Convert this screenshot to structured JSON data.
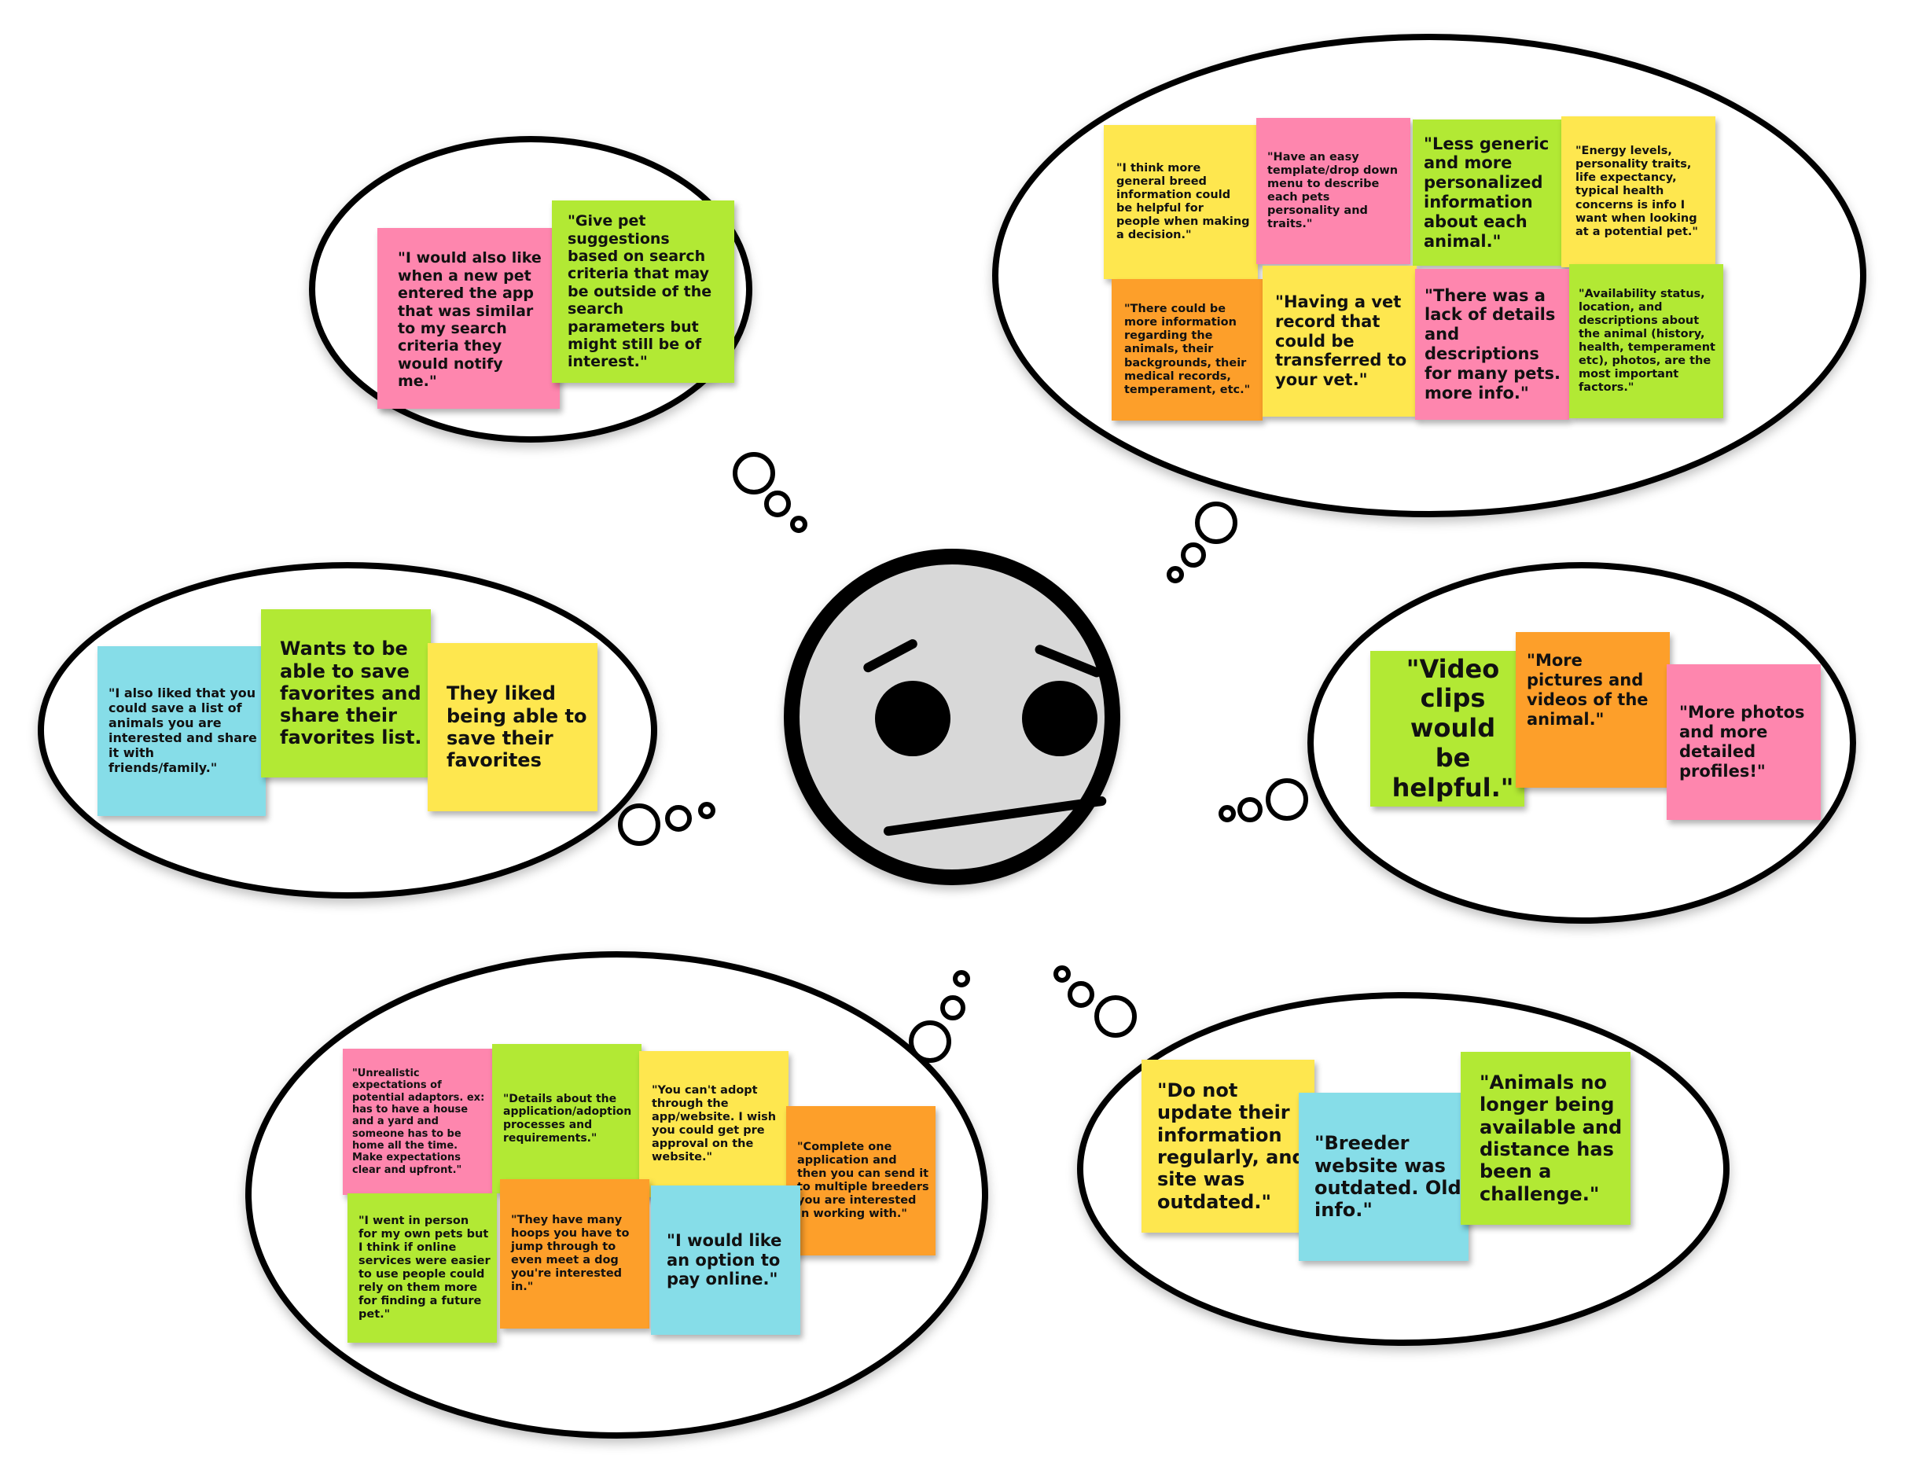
{
  "colors": {
    "pink": "#fe86ae",
    "green": "#b2e934",
    "yellow": "#fee74f",
    "orange": "#fd9f2a",
    "blue": "#86dde8",
    "face": "#d8d8d8",
    "outline": "#000000"
  },
  "face": {
    "expression": "worried-face-icon"
  },
  "bubbles": [
    {
      "id": "new-pet-alerts",
      "notes": [
        {
          "color": "pink",
          "text": "\"I would also like when a new pet entered the app that was similar to my search criteria they would notify me.\""
        },
        {
          "color": "green",
          "text": "\"Give pet suggestions based on search criteria that may be outside of the search parameters but might still be of interest.\""
        }
      ]
    },
    {
      "id": "pet-information",
      "notes": [
        {
          "color": "yellow",
          "text": "\"I think more general breed information could be helpful for people when making a decision.\""
        },
        {
          "color": "pink",
          "text": "\"Have an easy template/drop down menu to describe each pets personality and traits.\""
        },
        {
          "color": "green",
          "text": "\"Less generic and more personalized information about each animal.\""
        },
        {
          "color": "yellow",
          "text": "\"Energy levels, personality traits, life expectancy, typical health concerns is info I want when looking at a potential pet.\""
        },
        {
          "color": "orange",
          "text": "\"There could be more information regarding the animals, their backgrounds, their medical records, temperament, etc.\""
        },
        {
          "color": "yellow",
          "text": "\"Having a vet record that could be transferred to your vet.\""
        },
        {
          "color": "pink",
          "text": "\"There was a lack of details and descriptions for many pets. more info.\""
        },
        {
          "color": "green",
          "text": "\"Availability status, location, and descriptions about the animal (history, health, temperament etc), photos, are the most important factors.\""
        }
      ]
    },
    {
      "id": "favorites",
      "notes": [
        {
          "color": "blue",
          "text": "\"I also liked that you could save a list of animals you are interested and share it with friends/family.\""
        },
        {
          "color": "green",
          "text": "Wants to be able to save favorites and share their favorites list."
        },
        {
          "color": "yellow",
          "text": "They liked being able to save their favorites"
        }
      ]
    },
    {
      "id": "media",
      "notes": [
        {
          "color": "green",
          "text": "\"Video clips would be helpful.\""
        },
        {
          "color": "orange",
          "text": "\"More pictures and videos of the animal.\""
        },
        {
          "color": "pink",
          "text": "\"More photos and more detailed profiles!\""
        }
      ]
    },
    {
      "id": "adoption-process",
      "notes": [
        {
          "color": "pink",
          "text": "\"Unrealistic expectations of potential adaptors. ex: has to have a house and a yard and someone has to be home all the time. Make expectations clear and upfront.\""
        },
        {
          "color": "green",
          "text": "\"Details about the application/adoption processes and requirements.\""
        },
        {
          "color": "yellow",
          "text": "\"You can't adopt through the app/website. I wish you could get pre approval on the website.\""
        },
        {
          "color": "orange",
          "text": "\"Complete one application and then you can send it to multiple breeders you are interested in working with.\""
        },
        {
          "color": "green",
          "text": "\"I went in person for my own pets but I think if online services were easier to use people could rely on them more for finding a future pet.\""
        },
        {
          "color": "orange",
          "text": "\"They have many hoops you have to jump through to even meet a dog you're interested in.\""
        },
        {
          "color": "blue",
          "text": "\"I would like an option to pay online.\""
        }
      ]
    },
    {
      "id": "outdated-info",
      "notes": [
        {
          "color": "yellow",
          "text": "\"Do not update their information regularly, and site was outdated.\""
        },
        {
          "color": "blue",
          "text": "\"Breeder website was outdated. Old info.\""
        },
        {
          "color": "green",
          "text": "\"Animals no longer being available and distance has been a challenge.\""
        }
      ]
    }
  ]
}
